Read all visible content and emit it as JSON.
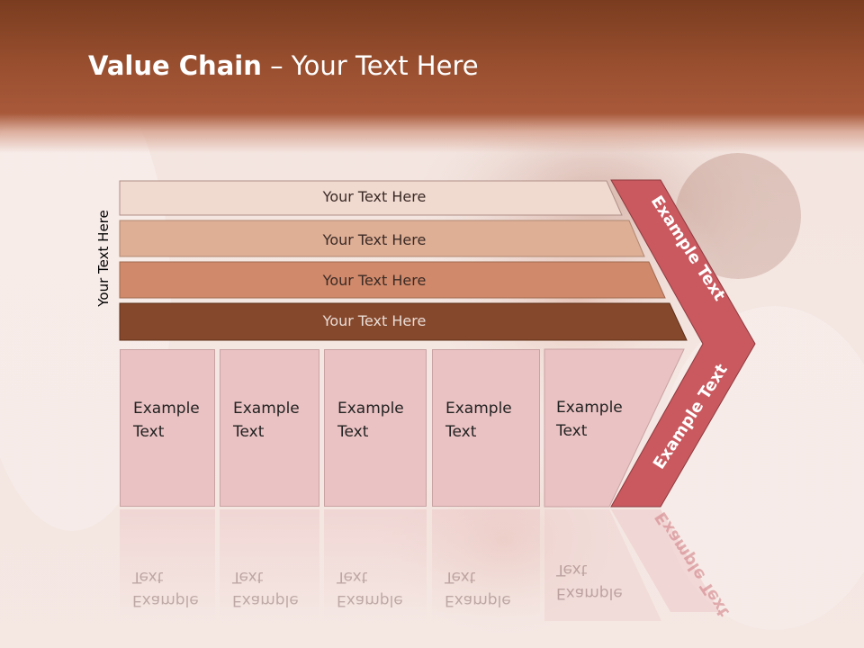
{
  "slide": {
    "title_bold": "Value Chain",
    "title_rest": " – Your Text Here",
    "side_label": "Your Text Here"
  },
  "bars": [
    {
      "label": "Your Text Here",
      "fill": "#f0d9cf",
      "text_color": "#3a2a25"
    },
    {
      "label": "Your Text Here",
      "fill": "#deae95",
      "text_color": "#3a2a25"
    },
    {
      "label": "Your Text Here",
      "fill": "#d0896a",
      "text_color": "#3a2a25"
    },
    {
      "label": "Your Text Here",
      "fill": "#86482c",
      "text_color": "#e9dcd5"
    }
  ],
  "boxes": [
    {
      "text": "Example\nText"
    },
    {
      "text": "Example\nText"
    },
    {
      "text": "Example\nText"
    },
    {
      "text": "Example\nText"
    },
    {
      "text": "Example\nText"
    }
  ],
  "arrow": {
    "top_label": "Example Text",
    "bottom_label": "Example Text",
    "fill": "#c9595f"
  },
  "colors": {
    "header": "#9a5030",
    "box_fill": "#ebc2c3"
  }
}
